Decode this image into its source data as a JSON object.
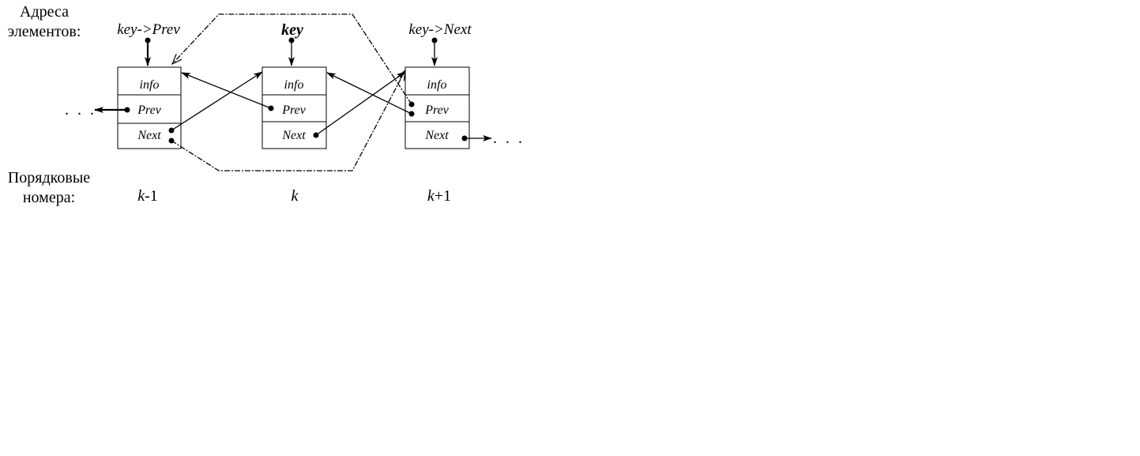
{
  "labels": {
    "addresses_line1": "Адреса",
    "addresses_line2": "элементов:",
    "ordinals_line1": "Порядковые",
    "ordinals_line2": "номера:"
  },
  "addresses": {
    "prev": "key->Prev",
    "current": "key",
    "next": "key->Next"
  },
  "nodes": [
    {
      "info": "info",
      "prev": "Prev",
      "next": "Next",
      "ordinal_var": "k",
      "ordinal_suffix": "-1"
    },
    {
      "info": "info",
      "prev": "Prev",
      "next": "Next",
      "ordinal_var": "k",
      "ordinal_suffix": ""
    },
    {
      "info": "info",
      "prev": "Prev",
      "next": "Next",
      "ordinal_var": "k",
      "ordinal_suffix": "+1"
    }
  ],
  "ellipsis_left": ". . .",
  "ellipsis_right": ". . ."
}
